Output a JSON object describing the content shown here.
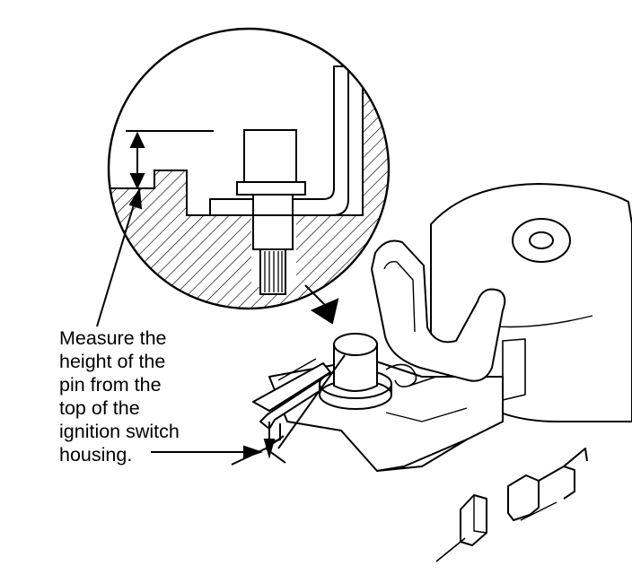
{
  "callout": {
    "lines": [
      "Measure the",
      "height of the",
      "pin from the",
      "top of the",
      "ignition switch",
      "housing."
    ]
  },
  "colors": {
    "ink": "#000000",
    "paper": "#ffffff"
  },
  "icons": {
    "dimension": "double-headed-arrow",
    "leader": "arrowhead",
    "reference": "x-mark"
  }
}
